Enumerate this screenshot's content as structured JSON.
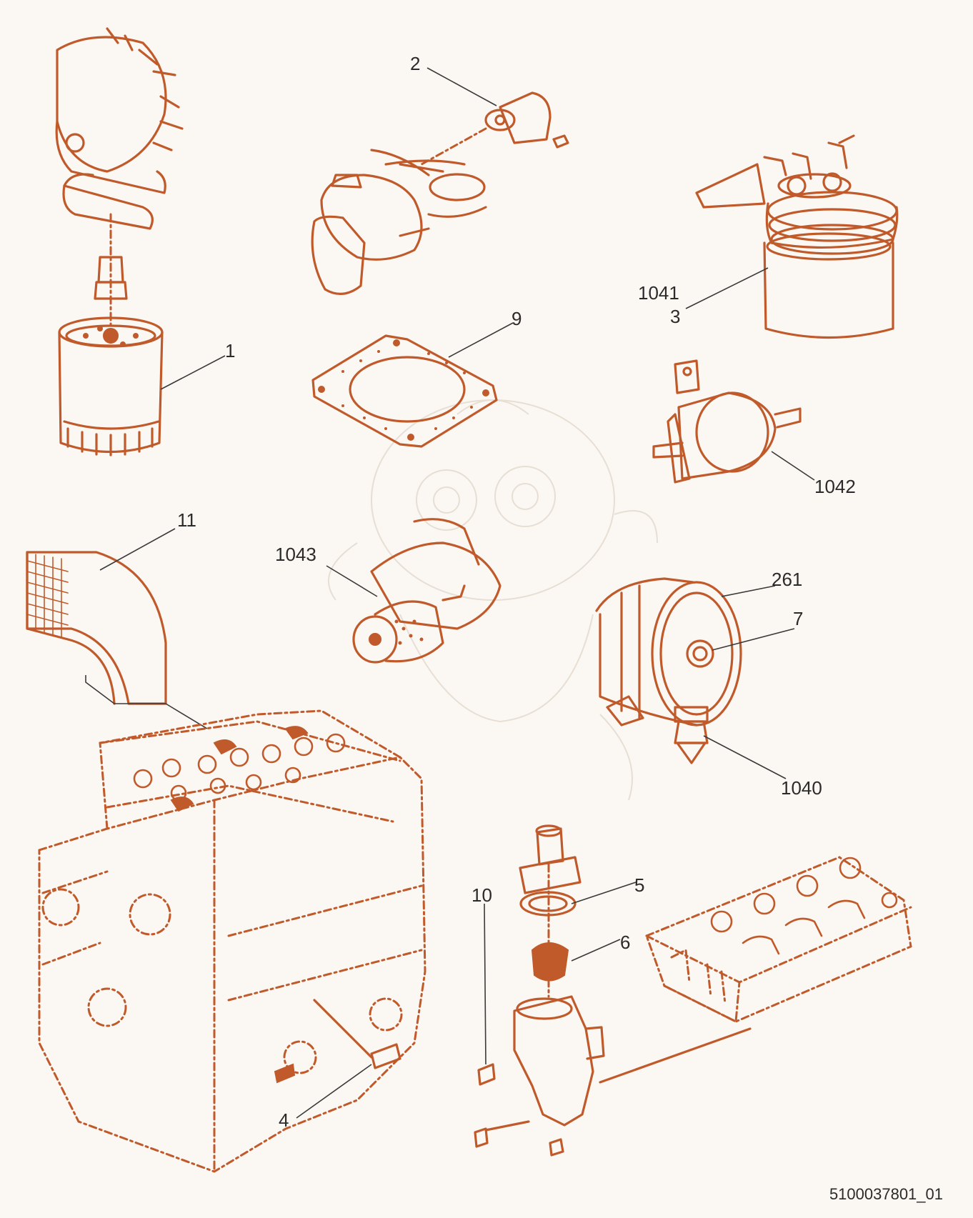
{
  "callouts": {
    "c1": "1",
    "c2": "2",
    "c3": "3",
    "c1041": "1041",
    "c9": "9",
    "c1042": "1042",
    "c11": "11",
    "c1043": "1043",
    "c261": "261",
    "c7": "7",
    "c1040": "1040",
    "c5": "5",
    "c10": "10",
    "c6": "6",
    "c4": "4"
  },
  "document_id": "5100037801_01",
  "colors": {
    "line_art": "#c15a2b",
    "leader": "#3a3a3a",
    "background": "#fbf8f3"
  }
}
